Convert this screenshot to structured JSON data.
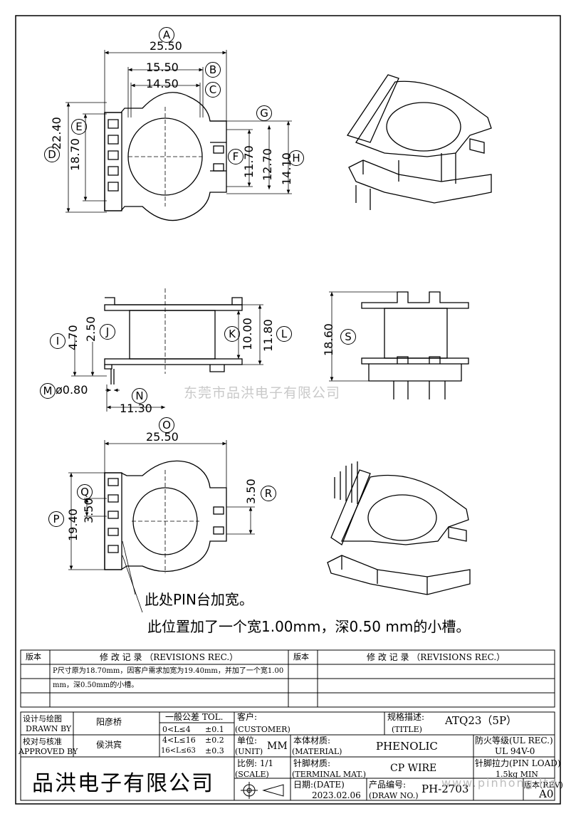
{
  "dims": {
    "A": "A",
    "A_val": "25.50",
    "B": "B",
    "B_val": "15.50",
    "C": "C",
    "C_val": "14.50",
    "D": "D",
    "D_val": "22.40",
    "E": "E",
    "E_val": "18.70",
    "F": "F",
    "G": "G",
    "G_val": "11.70",
    "H": "H",
    "H_val": "12.70",
    "H_val2": "14.10",
    "I": "I",
    "I_val": "4.70",
    "J": "J",
    "J_val": "2.50",
    "K": "K",
    "K_val": "10.00",
    "L": "L",
    "L_val": "11.80",
    "M": "M",
    "M_val": "ø0.80",
    "N": "N",
    "N_val": "11.30",
    "S": "S",
    "S_val": "18.60",
    "O": "O",
    "O_val": "25.50",
    "P": "P",
    "P_val": "19.40",
    "Q": "Q",
    "Q_val": "3.50",
    "R": "R",
    "R_val": "3.50"
  },
  "notes": {
    "line1": "此处PIN台加宽。",
    "line2": "此位置加了一个宽1.00mm，深0.50 mm的小槽。"
  },
  "watermark": "东莞市品洪电子有限公司",
  "revisions": {
    "col_version": "版本",
    "col_record": "修 改 记 录 （REVISIONS REC.）",
    "col_version2": "版本",
    "col_record2": "修 改 记 录 （REVISIONS REC.）",
    "entry_line1": "P尺寸原为18.70mm，因客户需求加宽为19.40mm，并加了一个宽1.00",
    "entry_line2": "mm，深0.50mm的小槽。"
  },
  "titleblock": {
    "drawn_label": "设计与绘图",
    "drawn_label_en": "DRAWN BY",
    "drawn_by": "阳彦桥",
    "approved_label": "校对与核准",
    "approved_label_en": "APPROVED BY",
    "approved_by": "侯洪宾",
    "tol_title": "一般公差 TOL.",
    "tol1_range": "0<L≤4",
    "tol1_val": "±0.1",
    "tol2_range": "4<L≤16",
    "tol2_val": "±0.2",
    "tol3_range": "16<L≤63",
    "tol3_val": "±0.3",
    "customer_label": "客户:",
    "customer_label_en": "(CUSTOMER)",
    "spec_label": "规格描述:",
    "spec_label_en": "(TITLE)",
    "spec_value": "ATQ23（5P）",
    "unit_label": "单位:",
    "unit_label_en": "(UNIT)",
    "unit_value": "MM",
    "material_label": "本体材质:",
    "material_label_en": "(MATERIAL)",
    "material_value": "PHENOLIC",
    "fire_label": "防火等级(UL REC.)",
    "fire_value": "UL 94V-0",
    "scale_label": "比例: 1/1",
    "scale_label_en": "(SCALE)",
    "terminal_label": "针脚材质:",
    "terminal_label_en": "(TERMINAL MAT.)",
    "terminal_value": "CP WIRE",
    "pinload_label": "针脚拉力(PIN LOAD)",
    "pinload_value": "1.5kg MIN",
    "date_label": "日期:(DATE)",
    "date_value": "2023.02.06",
    "drawno_label": "产品编号:",
    "drawno_label_en": "(DRAW NO.)",
    "drawno_value": "PH-2703",
    "rev_label": "版本(REV)",
    "rev_value": "A0",
    "company": "品洪电子有限公司",
    "website": "www.pinhong.ltd"
  }
}
